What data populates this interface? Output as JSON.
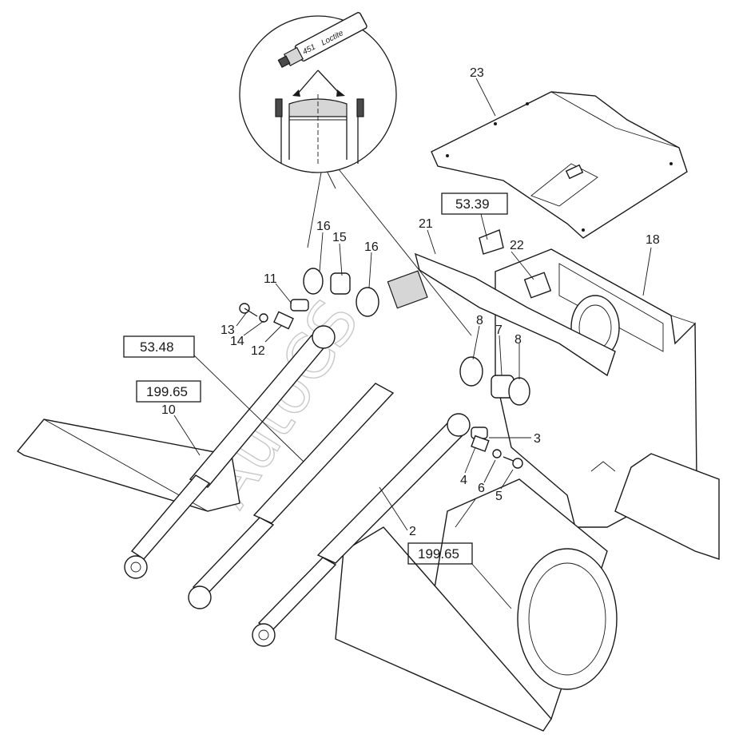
{
  "detail_inset": {
    "tube_brand": "Loctite",
    "tube_number": "451"
  },
  "callouts": [
    {
      "id": "c23",
      "label": "23"
    },
    {
      "id": "c21",
      "label": "21"
    },
    {
      "id": "c22",
      "label": "22"
    },
    {
      "id": "c18",
      "label": "18"
    },
    {
      "id": "c16a",
      "label": "16"
    },
    {
      "id": "c15",
      "label": "15"
    },
    {
      "id": "c16b",
      "label": "16"
    },
    {
      "id": "c11",
      "label": "11"
    },
    {
      "id": "c13",
      "label": "13"
    },
    {
      "id": "c14",
      "label": "14"
    },
    {
      "id": "c12",
      "label": "12"
    },
    {
      "id": "c10",
      "label": "10"
    },
    {
      "id": "c8a",
      "label": "8"
    },
    {
      "id": "c7",
      "label": "7"
    },
    {
      "id": "c8b",
      "label": "8"
    },
    {
      "id": "c3",
      "label": "3"
    },
    {
      "id": "c4",
      "label": "4"
    },
    {
      "id": "c6",
      "label": "6"
    },
    {
      "id": "c5",
      "label": "5"
    },
    {
      "id": "c2",
      "label": "2"
    }
  ],
  "reference_boxes": [
    {
      "id": "r5339",
      "label": "53.39"
    },
    {
      "id": "r5348",
      "label": "53.48"
    },
    {
      "id": "r19965a",
      "label": "199.65"
    },
    {
      "id": "r19965b",
      "label": "199.65"
    }
  ],
  "watermark": "AutoCS"
}
